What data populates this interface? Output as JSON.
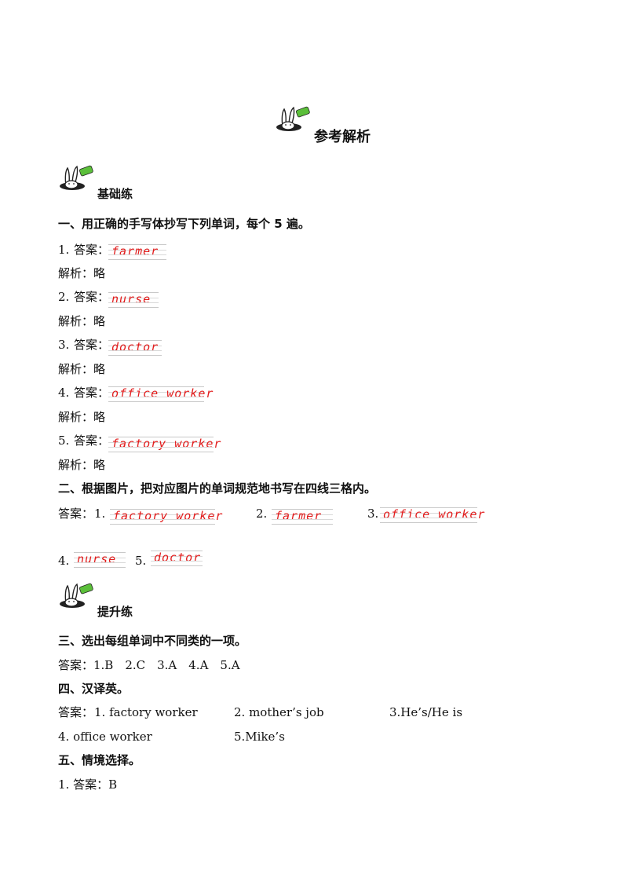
{
  "header": {
    "title": "参考解析"
  },
  "sections": {
    "basic": "基础练",
    "advanced": "提升练"
  },
  "part1": {
    "heading": "一、用正确的手写体抄写下列单词，每个 5 遍。",
    "answer_prefix": "答案：",
    "analysis": "解析：略",
    "items": [
      {
        "num": "1.",
        "word": "farmer"
      },
      {
        "num": "2.",
        "word": "nurse"
      },
      {
        "num": "3.",
        "word": "doctor"
      },
      {
        "num": "4.",
        "word": "office worker"
      },
      {
        "num": "5.",
        "word": "factory worker"
      }
    ]
  },
  "part2": {
    "heading": "二、根据图片，把对应图片的单词规范地书写在四线三格内。",
    "answer_prefix": "答案：",
    "items": [
      {
        "num": "1.",
        "word": "factory worker"
      },
      {
        "num": "2.",
        "word": "farmer"
      },
      {
        "num": "3.",
        "word": "office worker"
      },
      {
        "num": "4.",
        "word": "nurse"
      },
      {
        "num": "5.",
        "word": "doctor"
      }
    ]
  },
  "part3": {
    "heading": "三、选出每组单词中不同类的一项。",
    "answer": "答案：1.B　2.C　3.A　4.A　5.A"
  },
  "part4": {
    "heading": "四、汉译英。",
    "answer_prefix": "答案：",
    "items": [
      "1. factory  worker",
      "2.  mother’s  job",
      "3.He’s/He  is",
      "4.  office  worker",
      "5.Mike’s"
    ]
  },
  "part5": {
    "heading": "五、情境选择。",
    "answer": "1. 答案：B"
  }
}
